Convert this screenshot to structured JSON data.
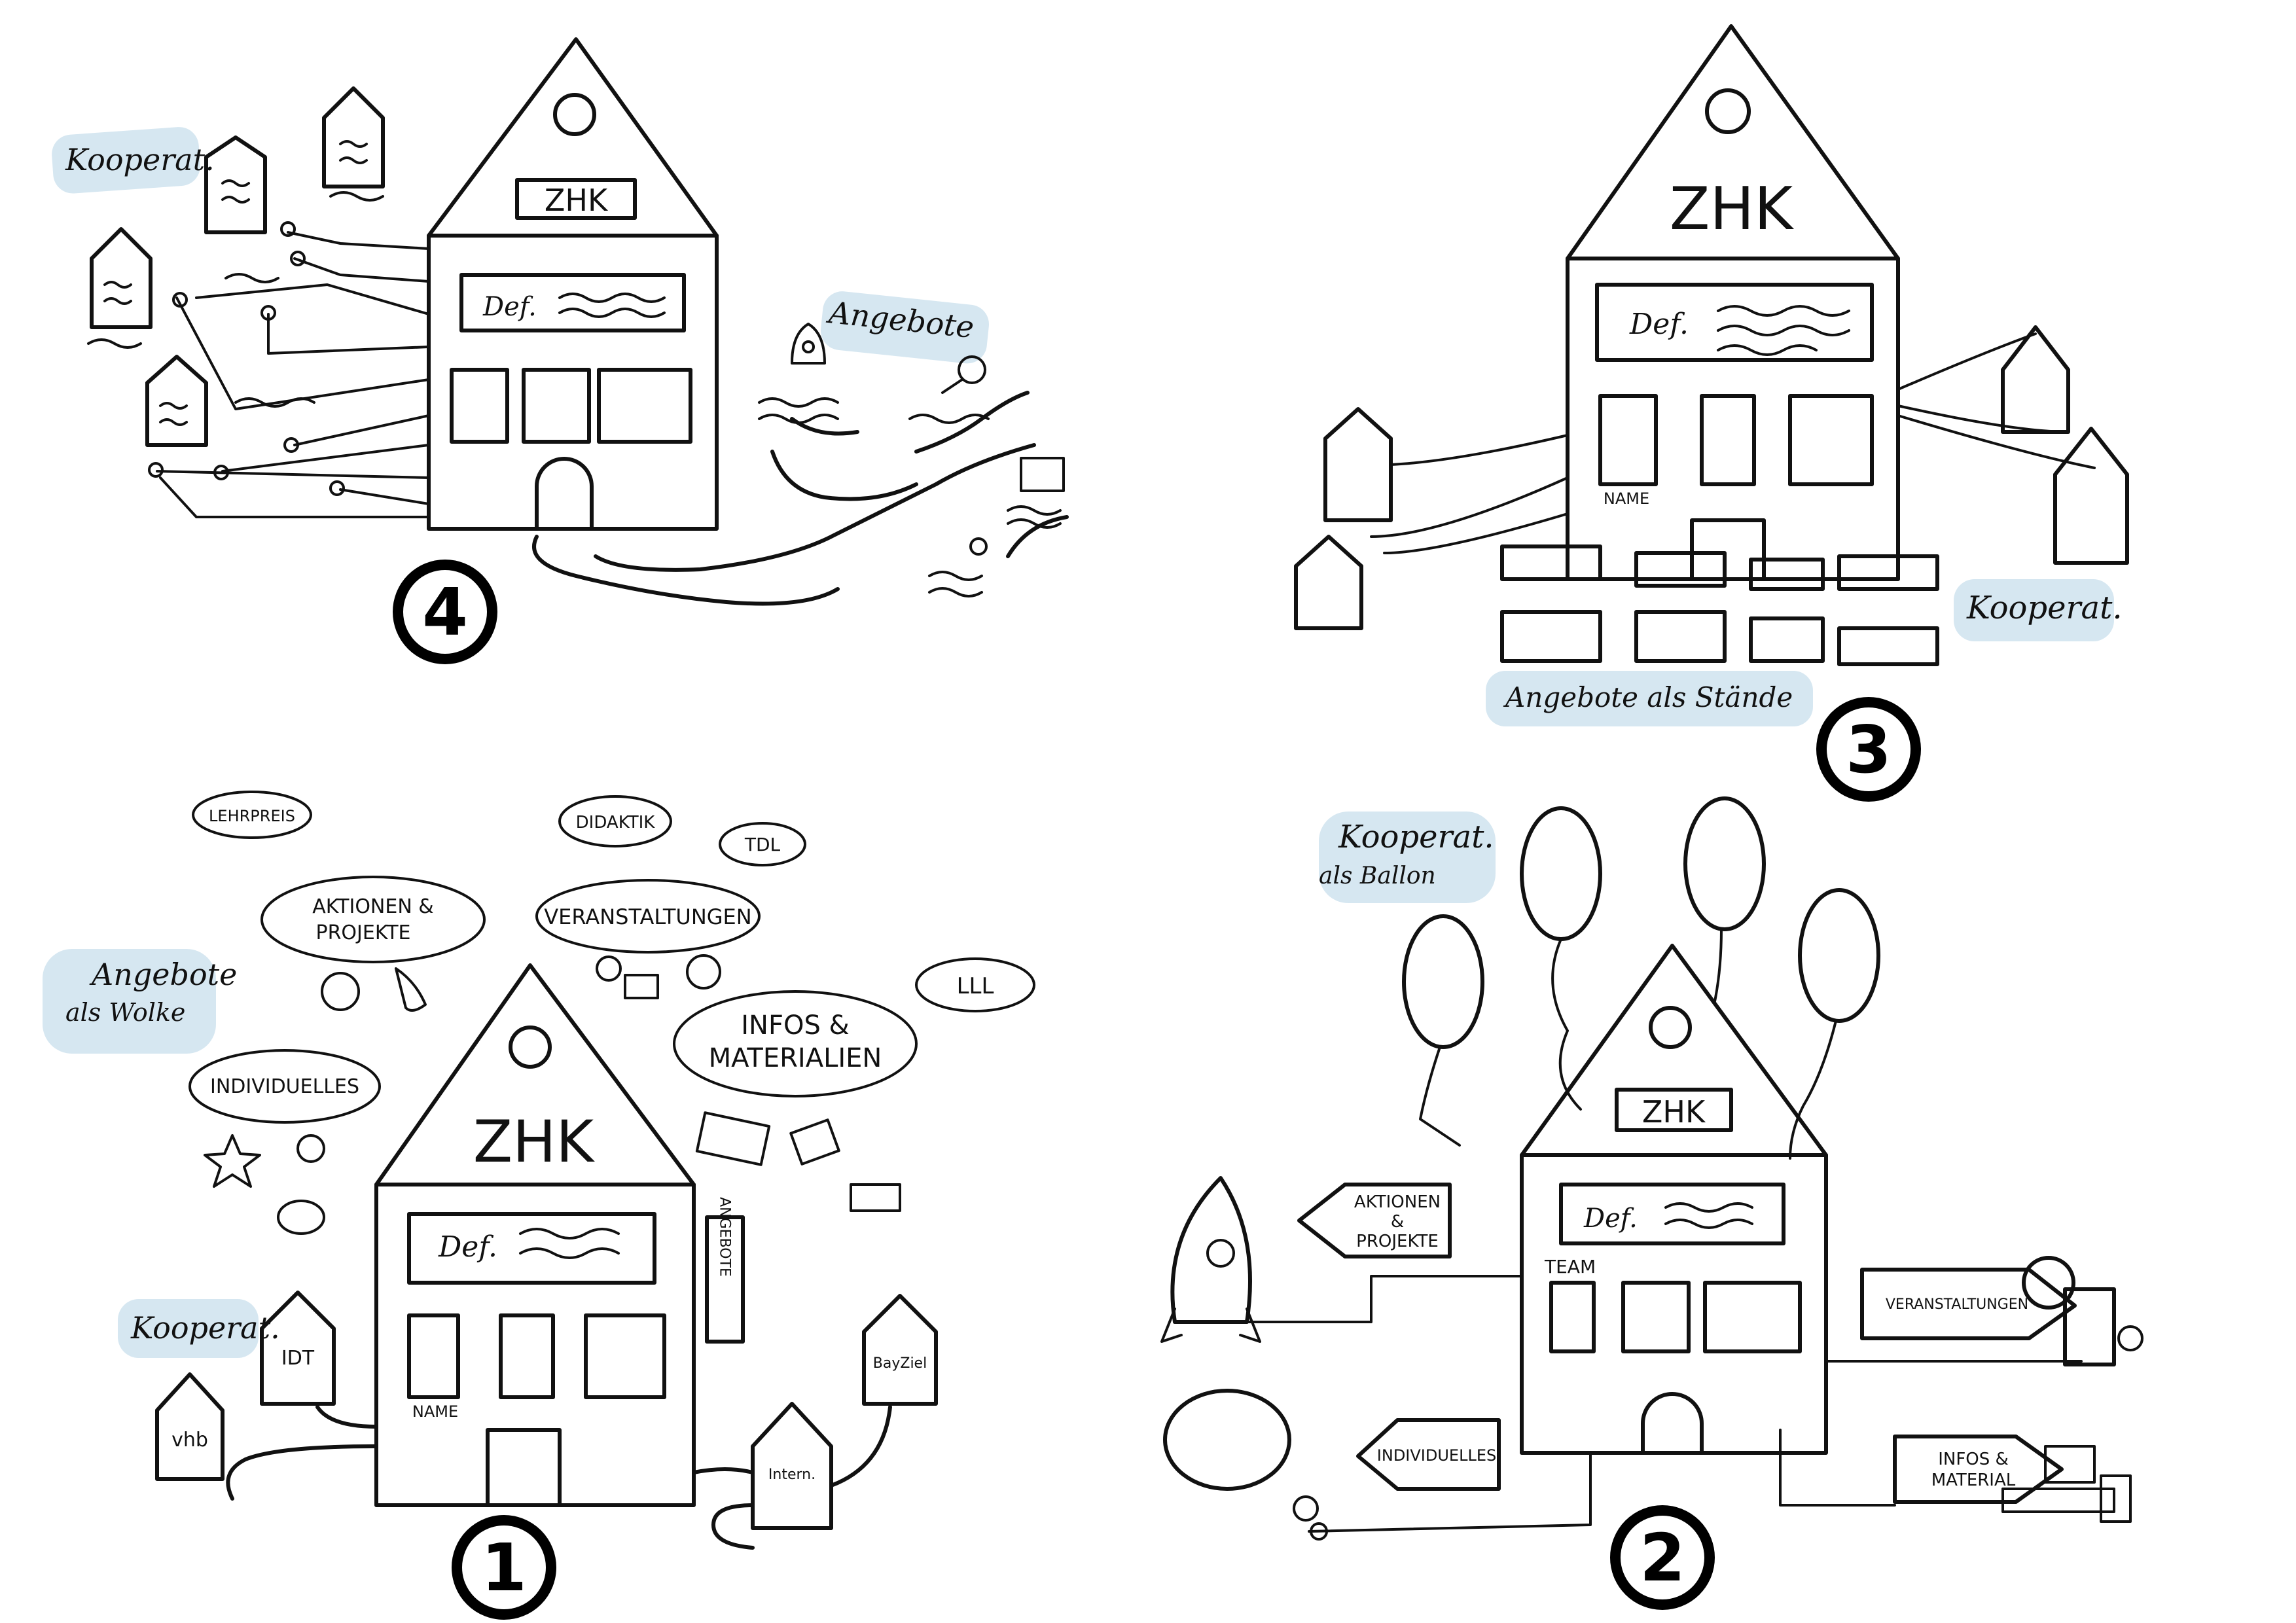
{
  "scene1": {
    "number": "1",
    "house_title": "ZHK",
    "def_label": "Def.",
    "name_label": "NAME",
    "kooperat_label": "Kooperat.",
    "angebote_label": [
      "Angebote",
      "als Wolke"
    ],
    "clouds": {
      "lehrpreis": "LEHRPREIS",
      "didaktik": "DIDAKTIK",
      "tdl": "TDL",
      "aktionen": [
        "AKTIONEN &",
        "PROJEKTE"
      ],
      "veranstaltungen": "VERANSTALTUNGEN",
      "lll": "LLL",
      "individuelles": "INDIVIDUELLES",
      "infos": [
        "INFOS &",
        "MATERIALIEN"
      ]
    },
    "vertical_sign": "ANGEBOTE",
    "small_houses": {
      "idt": "IDT",
      "vhb": "vhb",
      "bayzielt": "BayZiel",
      "intern": "Intern."
    }
  },
  "scene2": {
    "number": "2",
    "house_title": "ZHK",
    "def_label": "Def.",
    "team_label": "TEAM",
    "kooperat_label": [
      "Kooperat.",
      "als Ballon"
    ],
    "signs": {
      "aktionen": [
        "AKTIONEN",
        "&",
        "PROJEKTE"
      ],
      "individuelles": "INDIVIDUELLES",
      "veranstaltungen": "VERANSTALTUNGEN",
      "infos": [
        "INFOS &",
        "MATERIAL"
      ]
    }
  },
  "scene3": {
    "number": "3",
    "house_title": "ZHK",
    "def_label": "Def.",
    "name_label": "NAME",
    "kooperat_label": "Kooperat.",
    "stalls_label": "Angebote als Stände"
  },
  "scene4": {
    "number": "4",
    "house_title": "ZHK",
    "def_label": "Def.",
    "kooperat_label": "Kooperat.",
    "angebote_label": "Angebote"
  }
}
